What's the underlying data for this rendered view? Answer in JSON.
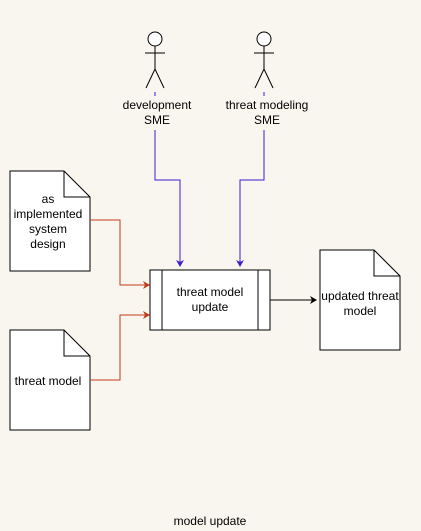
{
  "diagram": {
    "actors": [
      {
        "id": "dev",
        "label": "development\nSME"
      },
      {
        "id": "tm",
        "label": "threat modeling\nSME"
      }
    ],
    "documents": [
      {
        "id": "design",
        "label": "as\nimplemented\nsystem\ndesign"
      },
      {
        "id": "model_in",
        "label": "threat model"
      },
      {
        "id": "model_out",
        "label": "updated threat\nmodel"
      }
    ],
    "process": {
      "id": "update",
      "label": "threat model\nupdate"
    },
    "caption": "model update"
  },
  "colors": {
    "background": "#f9f6ef",
    "actor_edge": "#3a1fcf",
    "document_edge": "#c23b1a",
    "output_edge": "#000000"
  }
}
